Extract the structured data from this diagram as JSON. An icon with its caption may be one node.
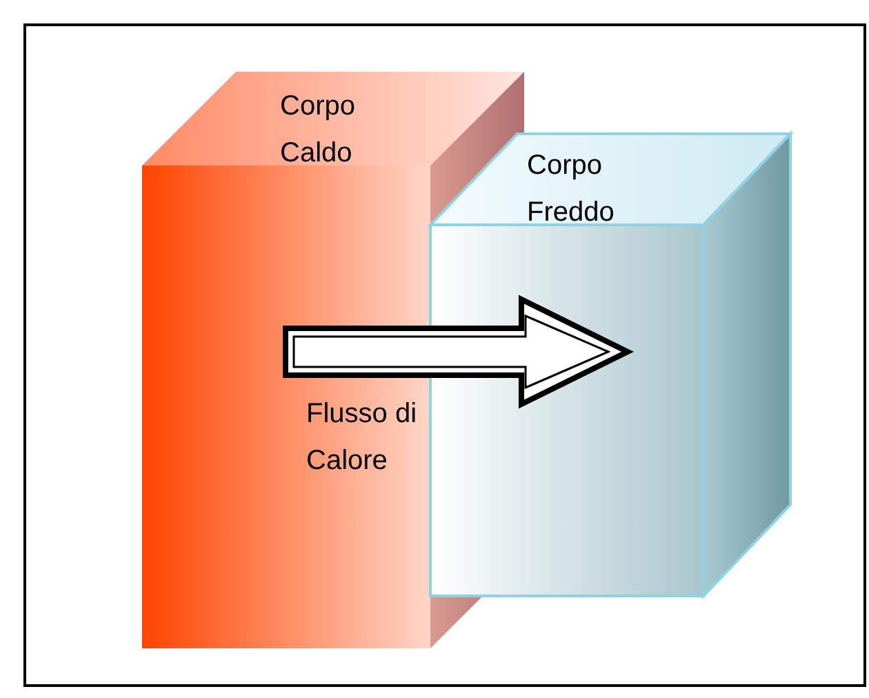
{
  "diagram": {
    "nodes": [
      {
        "text": [
          "Corpo Caldo"
        ]
      },
      {
        "text": [
          "Corpo Freddo"
        ]
      }
    ],
    "edges": [
      {
        "from": 0,
        "to": 1,
        "arrow": "to",
        "label": "Flusso di Calore",
        "style": "thick"
      }
    ]
  }
}
